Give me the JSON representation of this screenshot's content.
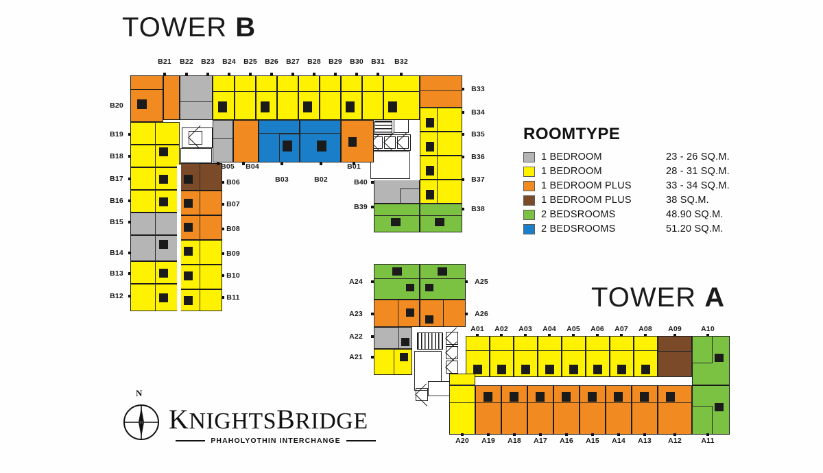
{
  "towers": {
    "b": {
      "prefix": "TOWER",
      "letter": "B"
    },
    "a": {
      "prefix": "TOWER",
      "letter": "A"
    }
  },
  "legend": {
    "title": "ROOMTYPE",
    "rows": [
      {
        "color": "#b5b5b5",
        "label": "1 BEDROOM",
        "area": "23 - 26 SQ.M."
      },
      {
        "color": "#fff200",
        "label": "1 BEDROOM",
        "area": "28 - 31 SQ.M."
      },
      {
        "color": "#f18a21",
        "label": "1 BEDROOM PLUS",
        "area": "33 - 34 SQ.M."
      },
      {
        "color": "#7b4a28",
        "label": "1 BEDROOM PLUS",
        "area": "38 SQ.M."
      },
      {
        "color": "#7cc242",
        "label": "2 BEDSROOMS",
        "area": "48.90 SQ.M."
      },
      {
        "color": "#1a7fc8",
        "label": "2 BEDSROOMS",
        "area": "51.20 SQ.M."
      }
    ]
  },
  "colors": {
    "gray": "#b5b5b5",
    "yellow": "#fff200",
    "orange": "#f18a21",
    "brown": "#7b4a28",
    "green": "#7cc242",
    "blue": "#1a7fc8",
    "white": "#ffffff",
    "stroke": "#1b1b1b"
  },
  "tower_b_labels": {
    "top": [
      "B21",
      "B22",
      "B23",
      "B24",
      "B25",
      "B26",
      "B27",
      "B28",
      "B29",
      "B30",
      "B31",
      "B32"
    ],
    "left": [
      "B20",
      "B19",
      "B18",
      "B17",
      "B16",
      "B15",
      "B14",
      "B13",
      "B12"
    ],
    "right": [
      "B33",
      "B34",
      "B35",
      "B36",
      "B37",
      "B38"
    ],
    "inner_top": [
      "B05",
      "B04",
      "B03",
      "B02",
      "B01"
    ],
    "inner_left": [
      "B06",
      "B07",
      "B08",
      "B09",
      "B10",
      "B11"
    ],
    "inner_right": [
      "B40",
      "B39"
    ]
  },
  "tower_a_labels": {
    "top": [
      "A01",
      "A02",
      "A03",
      "A04",
      "A05",
      "A06",
      "A07",
      "A08",
      "A09",
      "A10"
    ],
    "bottom": [
      "A20",
      "A19",
      "A18",
      "A17",
      "A16",
      "A15",
      "A14",
      "A13",
      "A12",
      "A11"
    ],
    "left": [
      "A24",
      "A23",
      "A22",
      "A21"
    ],
    "right": [
      "A25",
      "A26"
    ]
  },
  "logo": {
    "north": "N",
    "word_1": "K",
    "word_2": "NIGHTS",
    "word_3": "B",
    "word_4": "RIDGE",
    "subtitle": "PHAHOLYOTHIN INTERCHANGE"
  }
}
